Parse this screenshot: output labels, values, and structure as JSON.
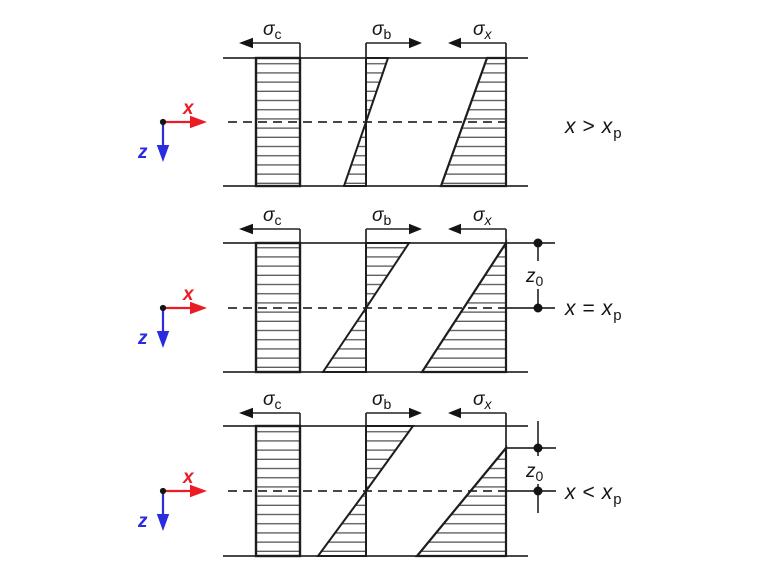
{
  "figure": {
    "stress": {
      "sigma": "σ",
      "sub_c": "c",
      "sub_b": "b",
      "sub_x": "x"
    },
    "axes": {
      "x": "x",
      "z": "z"
    },
    "dim": {
      "z": "z",
      "sub": "0"
    },
    "panels": [
      {
        "condition": {
          "lhs": "x",
          "op": ">",
          "rhs": "x",
          "sub": "p"
        }
      },
      {
        "condition": {
          "lhs": "x",
          "op": "=",
          "rhs": "x",
          "sub": "p"
        }
      },
      {
        "condition": {
          "lhs": "x",
          "op": "<",
          "rhs": "x",
          "sub": "p"
        }
      }
    ],
    "colors": {
      "x_axis_red": "#ec1c24",
      "z_axis_blue": "#2b2be0",
      "line_dark": "#2a2a2a",
      "hatch_gray": "#5d5d5d"
    }
  }
}
